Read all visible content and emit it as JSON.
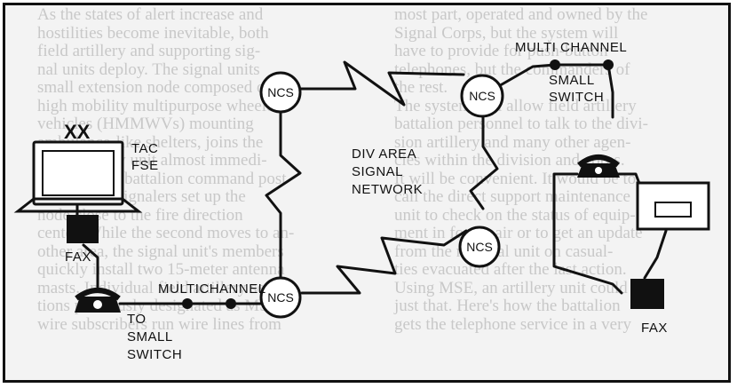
{
  "background_text": {
    "column_middle": [
      "As the states of alert increase and",
      "hostilities become inevitable, both",
      "field artillery and supporting sig-",
      "nal units deploy. The signal units",
      "small extension node composed of two",
      "high mobility multipurpose wheeled",
      "vehicles (HMMWVs) mounting",
      "ambulance-like shelters, joins the",
      "field artillery unit almost immedi-",
      "ately. As the battalion command post",
      "sets up, the signalers set up the",
      "node close to the fire direction",
      "center. While the second moves to an-",
      "other area, the signal unit's members",
      "quickly install two 15-meter antenna",
      "masts. Individual field artillery sec-",
      "tions previously designated as MSE",
      "wire subscribers run wire lines from"
    ],
    "column_right": [
      "most part, operated and owned by the",
      "Signal Corps, but the system will",
      "have to provide for push-button",
      "telephones, but the commanders of",
      "the rest.",
      "The system will allow field artillery",
      "battalion personnel to talk to the divi-",
      "sion artillery and many other agen-",
      "cies within the division and corps.",
      "It will be convenient. It would be to",
      "call the direct support maintenance",
      "unit to check on the status of equip-",
      "ment in for repair or to get an update",
      "from the medical unit on casual-",
      "ties evacuated after the last action.",
      "Using MSE, an artillery unit could do",
      "just that. Here's how the battalion",
      "gets the telephone service in a very"
    ]
  },
  "diagram": {
    "nodes": [
      {
        "label": "NCS"
      },
      {
        "label": "NCS"
      },
      {
        "label": "NCS"
      },
      {
        "label": "NCS"
      }
    ],
    "network_label": [
      "DIV AREA",
      "SIGNAL",
      "NETWORK"
    ],
    "tacfse": {
      "marker": "XX",
      "label": [
        "TAC",
        "FSE"
      ]
    },
    "fax_left": "FAX",
    "fax_right": "FAX",
    "multichannel_bottom": "MULTICHANNEL",
    "multichannel_top": "MULTI CHANNEL",
    "to_small_switch": [
      "TO",
      "SMALL",
      "SWITCH"
    ],
    "small_switch": [
      "SMALL",
      "SWITCH"
    ]
  }
}
